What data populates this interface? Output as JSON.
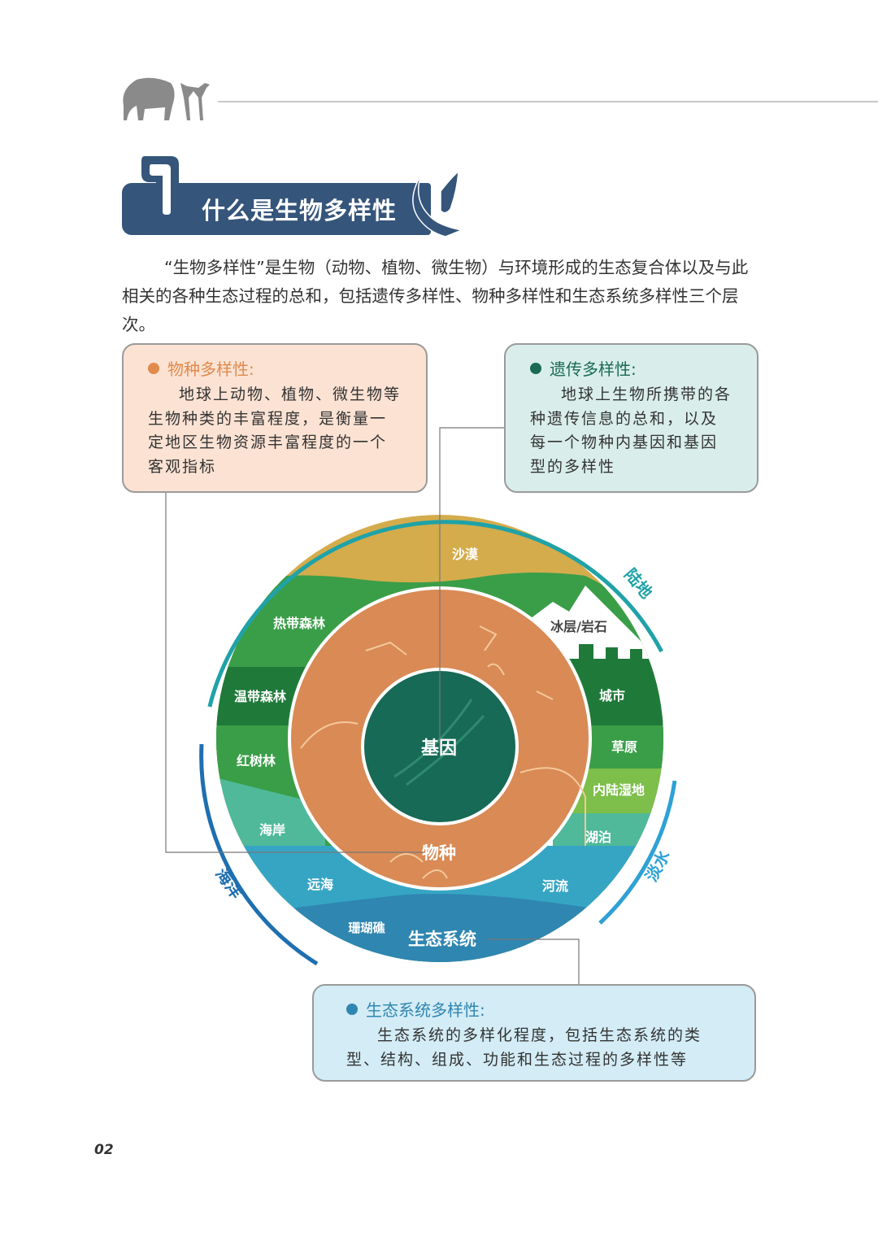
{
  "section": {
    "number": "1",
    "title": "什么是生物多样性"
  },
  "intro": "“生物多样性”是生物（动物、植物、微生物）与环境形成的生态复合体以及与此相关的各种生态过程的总和，包括遗传多样性、物种多样性和生态系统多样性三个层次。",
  "boxes": {
    "species": {
      "title": "物种多样性:",
      "body": "地球上动物、植物、微生物等生物种类的丰富程度，是衡量一定地区生物资源丰富程度的一个客观指标",
      "color": "#e08a4c"
    },
    "genetic": {
      "title": "遗传多样性:",
      "body": "地球上生物所携带的各种遗传信息的总和，以及每一个物种内基因和基因型的多样性",
      "color": "#1a6b52"
    },
    "ecosystem": {
      "title": "生态系统多样性:",
      "body": "生态系统的多样化程度，包括生态系统的类型、结构、组成、功能和生态过程的多样性等",
      "color": "#2f86b0"
    }
  },
  "diagram": {
    "core": "基因",
    "middle": "物种",
    "outer": "生态系统",
    "arcs": {
      "land": "陆地",
      "freshwater": "淡水",
      "ocean": "海洋"
    },
    "ecosystems": {
      "desert": "沙漠",
      "ice": "冰层/岩石",
      "tropical": "热带森林",
      "temperate": "温带森林",
      "city": "城市",
      "grassland": "草原",
      "mangrove": "红树林",
      "wetland": "内陆湿地",
      "coast": "海岸",
      "lake": "湖泊",
      "farsea": "远海",
      "river": "河流",
      "coral": "珊瑚礁"
    }
  },
  "page_number": "02"
}
